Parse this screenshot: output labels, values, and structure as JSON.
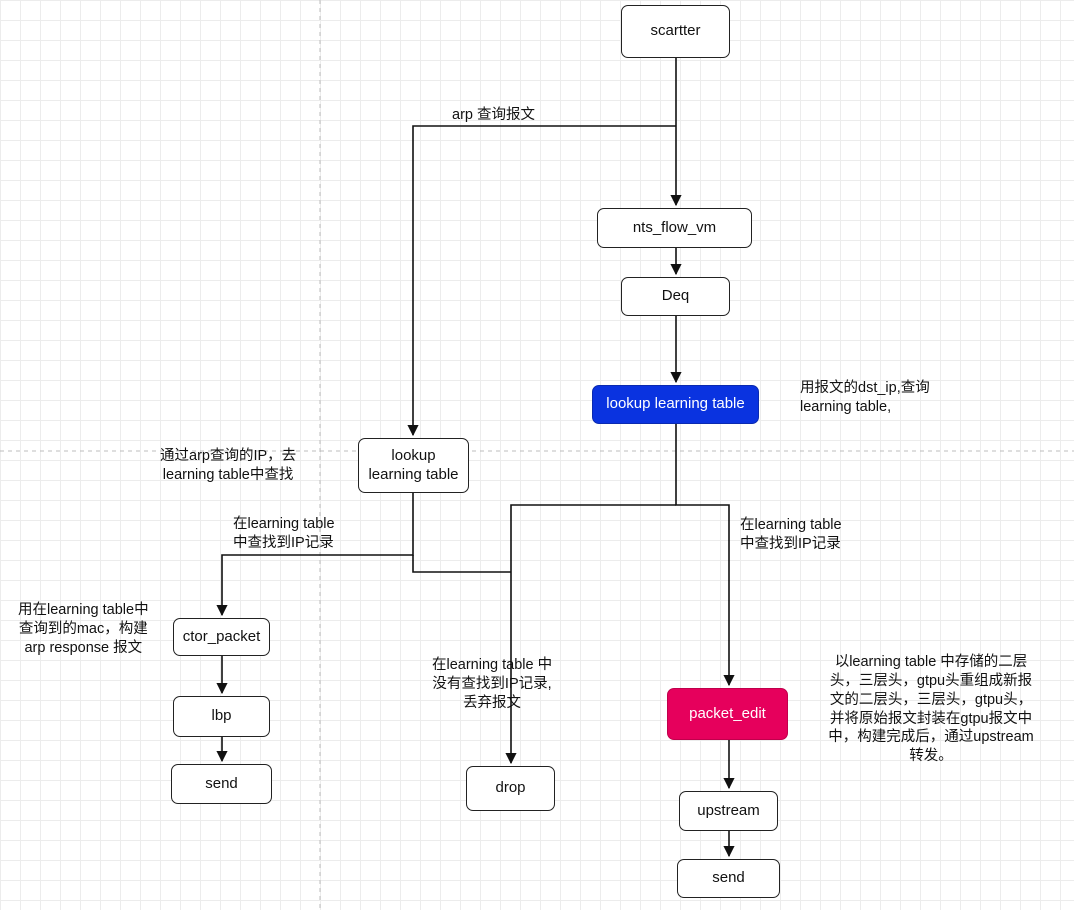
{
  "nodes": {
    "scartter": "scartter",
    "nts_flow_vm": "nts_flow_vm",
    "deq": "Deq",
    "lookup_main": "lookup learning table",
    "lookup_arp": "lookup\nlearning table",
    "ctor_packet": "ctor_packet",
    "lbp": "lbp",
    "send_left": "send",
    "drop": "drop",
    "packet_edit": "packet_edit",
    "upstream": "upstream",
    "send_right": "send"
  },
  "notes": {
    "arp_query": "arp 查询报文",
    "dst_ip_lookup": "用报文的dst_ip,查询\nlearning table,",
    "arp_ip_lookup": "通过arp查询的IP，去\nlearning table中查找",
    "found_left": "在learning table\n中查找到IP记录",
    "found_right": "在learning table\n中查找到IP记录",
    "build_arp_response": "用在learning table中\n查询到的mac，构建\narp response 报文",
    "not_found_drop": "在learning table 中\n没有查找到IP记录,\n丢弃报文",
    "packet_edit_desc": "以learning table 中存储的二层\n头，三层头，gtpu头重组成新报\n文的二层头，三层头，gtpu头，\n并将原始报文封装在gtpu报文中\n中，构建完成后，通过upstream\n转发。"
  },
  "colors": {
    "lookup_main_fill": "#0a33e0",
    "packet_edit_fill": "#e6005c"
  }
}
